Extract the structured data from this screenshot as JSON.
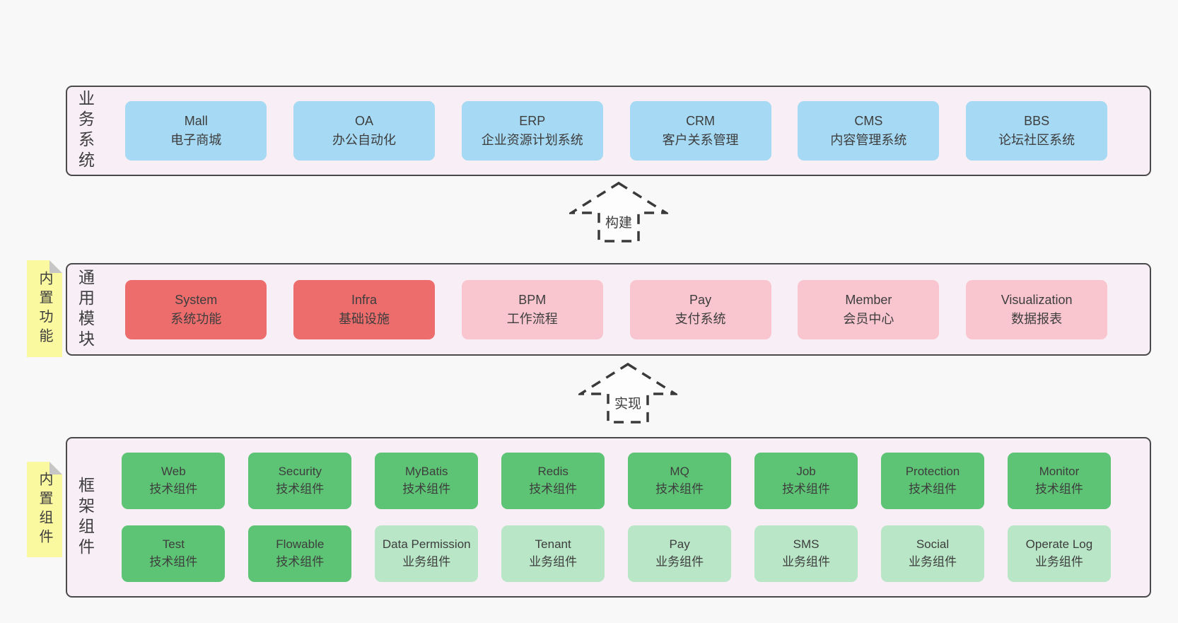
{
  "colors": {
    "background": "#f8f8f8",
    "container_fill": "#f8eef6",
    "container_border": "#4a4a4a",
    "blue_box": "#a6d9f3",
    "red_box": "#ed6d6d",
    "pink_box": "#f9c6d0",
    "green_dark_box": "#5ec475",
    "green_light_box": "#b9e6c6",
    "sticky_note": "#fbf9a0",
    "sticky_fold": "#c6c6c6",
    "text": "#3d3d3d"
  },
  "arrows": {
    "build": "构建",
    "implement": "实现"
  },
  "sections": {
    "business": {
      "label": "业务系统",
      "boxes": [
        {
          "name": "Mall",
          "desc": "电子商城",
          "variant": "blue"
        },
        {
          "name": "OA",
          "desc": "办公自动化",
          "variant": "blue"
        },
        {
          "name": "ERP",
          "desc": "企业资源计划系统",
          "variant": "blue"
        },
        {
          "name": "CRM",
          "desc": "客户关系管理",
          "variant": "blue"
        },
        {
          "name": "CMS",
          "desc": "内容管理系统",
          "variant": "blue"
        },
        {
          "name": "BBS",
          "desc": "论坛社区系统",
          "variant": "blue"
        }
      ]
    },
    "modules": {
      "label": "通用模块",
      "sticky": "内置功能",
      "boxes": [
        {
          "name": "System",
          "desc": "系统功能",
          "variant": "red"
        },
        {
          "name": "Infra",
          "desc": "基础设施",
          "variant": "red"
        },
        {
          "name": "BPM",
          "desc": "工作流程",
          "variant": "pink"
        },
        {
          "name": "Pay",
          "desc": "支付系统",
          "variant": "pink"
        },
        {
          "name": "Member",
          "desc": "会员中心",
          "variant": "pink"
        },
        {
          "name": "Visualization",
          "desc": "数据报表",
          "variant": "pink"
        }
      ]
    },
    "components": {
      "label": "框架组件",
      "sticky": "内置组件",
      "row1": [
        {
          "name": "Web",
          "desc": "技术组件",
          "variant": "green-dark"
        },
        {
          "name": "Security",
          "desc": "技术组件",
          "variant": "green-dark"
        },
        {
          "name": "MyBatis",
          "desc": "技术组件",
          "variant": "green-dark"
        },
        {
          "name": "Redis",
          "desc": "技术组件",
          "variant": "green-dark"
        },
        {
          "name": "MQ",
          "desc": "技术组件",
          "variant": "green-dark"
        },
        {
          "name": "Job",
          "desc": "技术组件",
          "variant": "green-dark"
        },
        {
          "name": "Protection",
          "desc": "技术组件",
          "variant": "green-dark"
        },
        {
          "name": "Monitor",
          "desc": "技术组件",
          "variant": "green-dark"
        }
      ],
      "row2": [
        {
          "name": "Test",
          "desc": "技术组件",
          "variant": "green-dark"
        },
        {
          "name": "Flowable",
          "desc": "技术组件",
          "variant": "green-dark"
        },
        {
          "name": "Data Permission",
          "desc": "业务组件",
          "variant": "green-light"
        },
        {
          "name": "Tenant",
          "desc": "业务组件",
          "variant": "green-light"
        },
        {
          "name": "Pay",
          "desc": "业务组件",
          "variant": "green-light"
        },
        {
          "name": "SMS",
          "desc": "业务组件",
          "variant": "green-light"
        },
        {
          "name": "Social",
          "desc": "业务组件",
          "variant": "green-light"
        },
        {
          "name": "Operate Log",
          "desc": "业务组件",
          "variant": "green-light"
        }
      ]
    }
  }
}
